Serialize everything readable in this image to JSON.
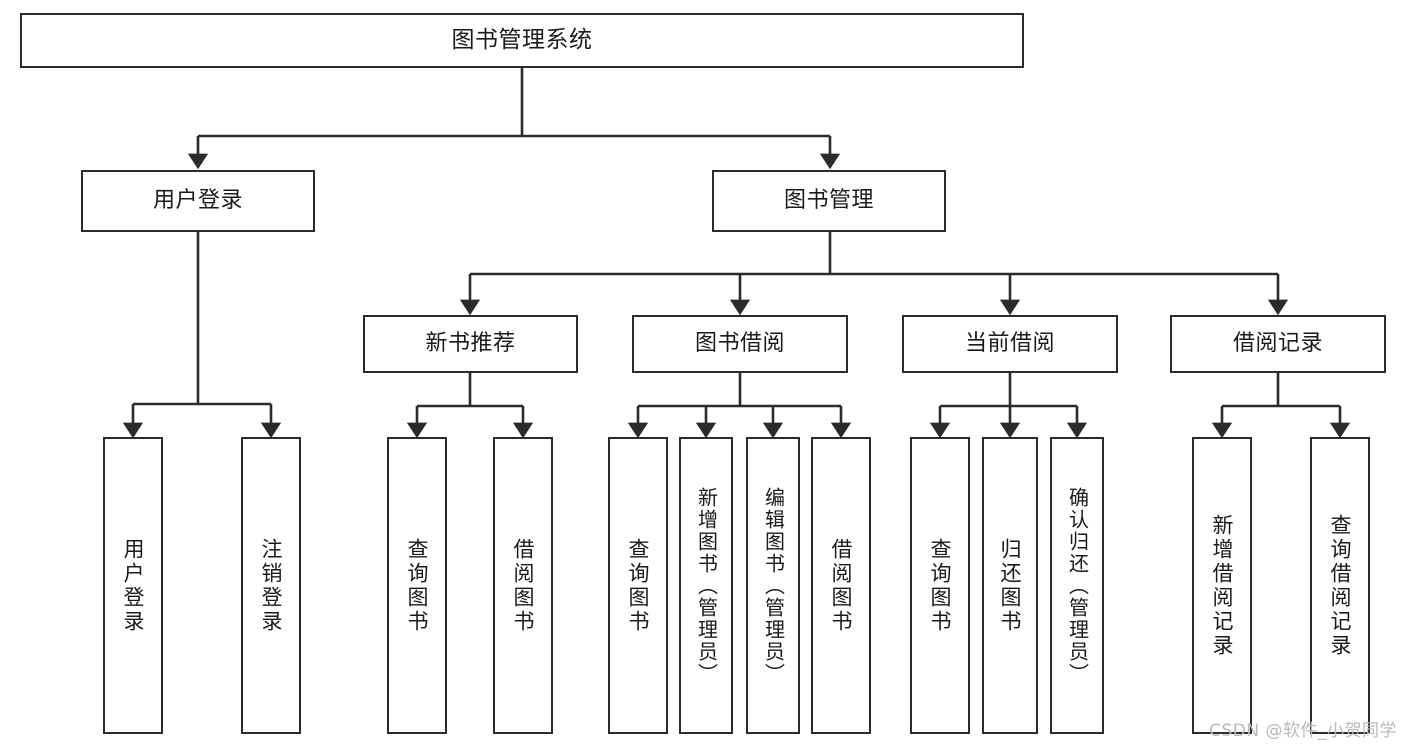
{
  "diagram": {
    "type": "tree",
    "title": "图书管理系统",
    "watermark": "CSDN @软件_小贺同学",
    "colors": {
      "box_border": "#2b2b2b",
      "box_fill": "#ffffff",
      "connector": "#2b2b2b",
      "text": "#1a1a1a",
      "watermark": "#b9b9b9"
    },
    "nodes": {
      "root": {
        "label": "图书管理系统"
      },
      "level1": [
        {
          "id": "user-login",
          "label": "用户登录"
        },
        {
          "id": "book-manage",
          "label": "图书管理"
        }
      ],
      "level2": [
        {
          "id": "new-book-recommend",
          "label": "新书推荐"
        },
        {
          "id": "book-borrow",
          "label": "图书借阅"
        },
        {
          "id": "current-borrow",
          "label": "当前借阅"
        },
        {
          "id": "borrow-record",
          "label": "借阅记录"
        }
      ],
      "leaves": {
        "user-login": [
          {
            "id": "leaf-user-login",
            "label": "用户登录"
          },
          {
            "id": "leaf-logout-login",
            "label": "注销登录"
          }
        ],
        "new-book-recommend": [
          {
            "id": "leaf-query-book-1",
            "label": "查询图书"
          },
          {
            "id": "leaf-borrow-book-1",
            "label": "借阅图书"
          }
        ],
        "book-borrow": [
          {
            "id": "leaf-query-book-2",
            "label": "查询图书"
          },
          {
            "id": "leaf-add-book",
            "label": "新增图书（管理员）"
          },
          {
            "id": "leaf-edit-book",
            "label": "编辑图书（管理员）"
          },
          {
            "id": "leaf-borrow-book-2",
            "label": "借阅图书"
          }
        ],
        "current-borrow": [
          {
            "id": "leaf-query-book-3",
            "label": "查询图书"
          },
          {
            "id": "leaf-return-book",
            "label": "归还图书"
          },
          {
            "id": "leaf-confirm-return",
            "label": "确认归还（管理员）"
          }
        ],
        "borrow-record": [
          {
            "id": "leaf-add-record",
            "label": "新增借阅记录"
          },
          {
            "id": "leaf-query-record",
            "label": "查询借阅记录"
          }
        ]
      }
    }
  }
}
